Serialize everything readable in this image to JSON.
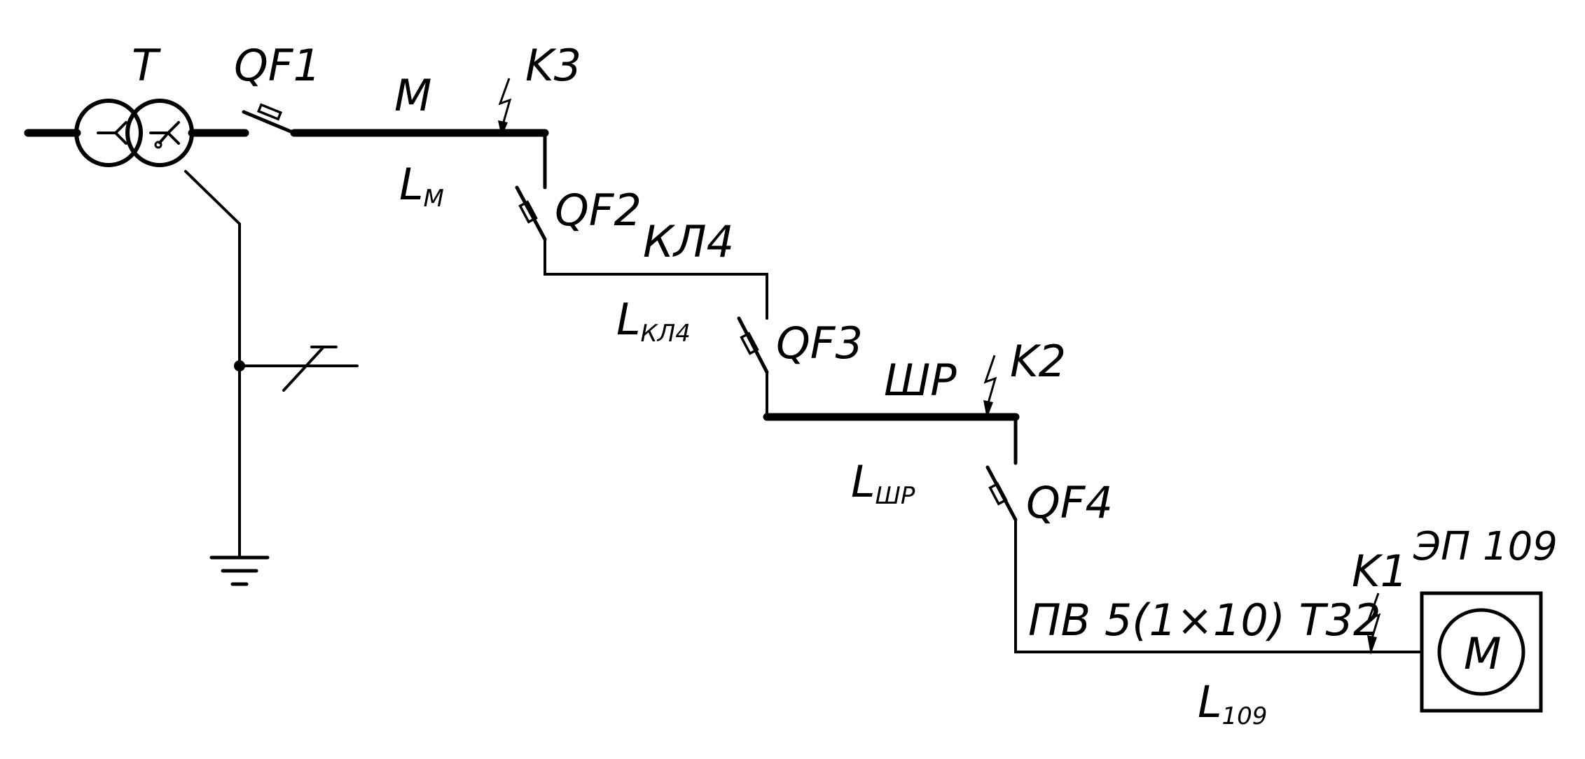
{
  "labels": {
    "transformer": "T",
    "qf1": "QF1",
    "main_bus": "M",
    "main_len_base": "L",
    "main_len_sub": "M",
    "k3": "K3",
    "qf2": "QF2",
    "cable_kl4": "КЛ4",
    "kl4_len_base": "L",
    "kl4_len_sub": "КЛ4",
    "qf3": "QF3",
    "busway": "ШР",
    "k2": "K2",
    "sr_len_base": "L",
    "sr_len_sub": "ШР",
    "qf4": "QF4",
    "cable_spec": "ПВ 5(1×10) T32",
    "len_109_base": "L",
    "len_109_sub": "109",
    "k1": "K1",
    "ep": "ЭП 109",
    "motor": "M"
  }
}
